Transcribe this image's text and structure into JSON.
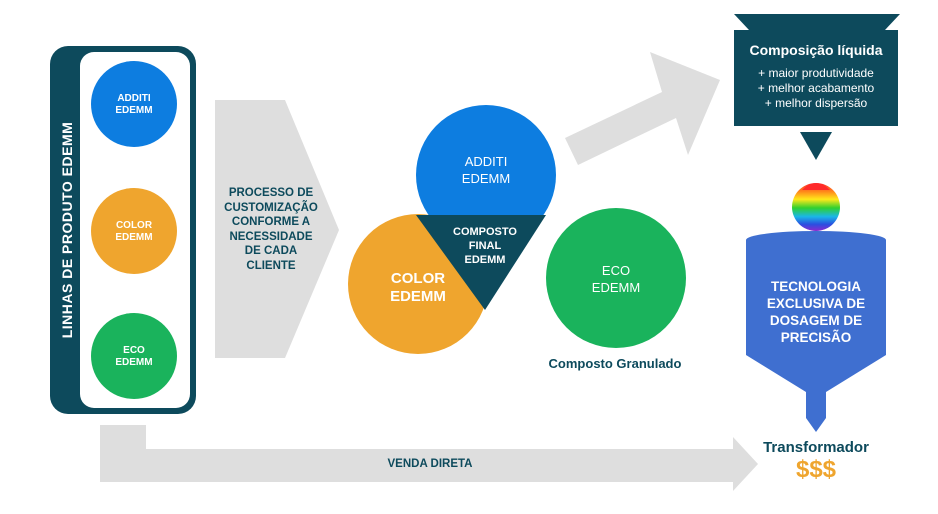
{
  "colors": {
    "navy": "#0d4a5c",
    "blue": "#0d7de0",
    "orange": "#efa52e",
    "green": "#1ab35c",
    "gray": "#dedede",
    "funnel": "#3f6fd0",
    "gold": "#efa52e",
    "white": "#ffffff"
  },
  "product_lines": {
    "vertical_label": "LINHAS  DE  PRODUTO  EDEMM",
    "items": [
      {
        "line1": "ADDITI",
        "line2": "EDEMM"
      },
      {
        "line1": "COLOR",
        "line2": "EDEMM"
      },
      {
        "line1": "ECO",
        "line2": "EDEMM"
      }
    ]
  },
  "process": {
    "lines": [
      "PROCESSO DE",
      "CUSTOMIZAÇÃO",
      "CONFORME A",
      "NECESSIDADE",
      "DE CADA",
      "CLIENTE"
    ]
  },
  "venn": {
    "additi": {
      "line1": "ADDITI",
      "line2": "EDEMM"
    },
    "color": {
      "line1": "COLOR",
      "line2": "EDEMM"
    },
    "center": {
      "line1": "COMPOSTO",
      "line2": "FINAL",
      "line3": "EDEMM"
    }
  },
  "eco_circle": {
    "line1": "ECO",
    "line2": "EDEMM"
  },
  "granulado_label": "Composto Granulado",
  "liquid_box": {
    "title": "Composição líquida",
    "items": [
      "+ maior produtividade",
      "+ melhor acabamento",
      "+ melhor dispersão"
    ]
  },
  "funnel": {
    "lines": [
      "TECNOLOGIA",
      "EXCLUSIVA DE",
      "DOSAGEM DE",
      "PRECISÃO"
    ]
  },
  "transformador": {
    "label": "Transformador",
    "money": "$$$"
  },
  "direct_sale": "VENDA DIRETA"
}
